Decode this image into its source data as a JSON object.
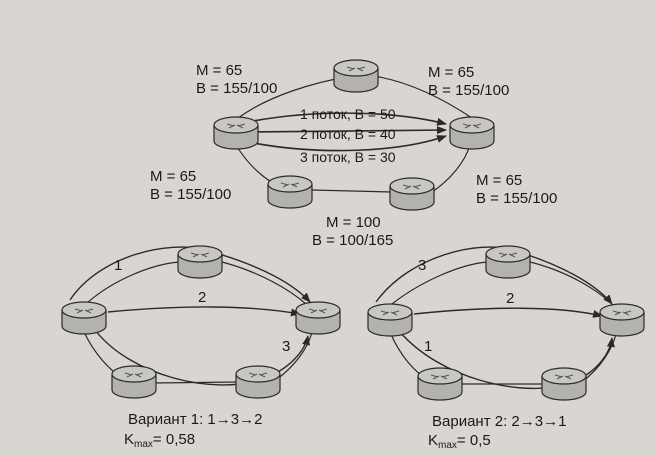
{
  "top": {
    "link_labels": [
      {
        "m": "M = 65",
        "b": "B = 155/100"
      },
      {
        "m": "M = 65",
        "b": "B = 155/100"
      },
      {
        "m": "M = 65",
        "b": "B = 155/100"
      },
      {
        "m": "M = 65",
        "b": "B = 155/100"
      },
      {
        "m": "M = 100",
        "b": "B = 100/165"
      }
    ],
    "flows": [
      "1 поток, В = 50",
      "2 поток, В = 40",
      "3 поток, В = 30"
    ]
  },
  "variant1": {
    "title": "Вариант 1: 1→3→2",
    "k_letter": "K",
    "k_sub": "max",
    "k_value": "= 0,58",
    "path_numbers": [
      "1",
      "2",
      "3"
    ]
  },
  "variant2": {
    "title": "Вариант 2: 2→3→1",
    "k_letter": "K",
    "k_sub": "max",
    "k_value": "= 0,5",
    "path_numbers": [
      "3",
      "2",
      "1"
    ]
  },
  "colors": {
    "background": "#d9d6d2",
    "router_fill": "#b4b2ae",
    "router_top": "#c9c7c3",
    "line": "#2a2a2a"
  }
}
